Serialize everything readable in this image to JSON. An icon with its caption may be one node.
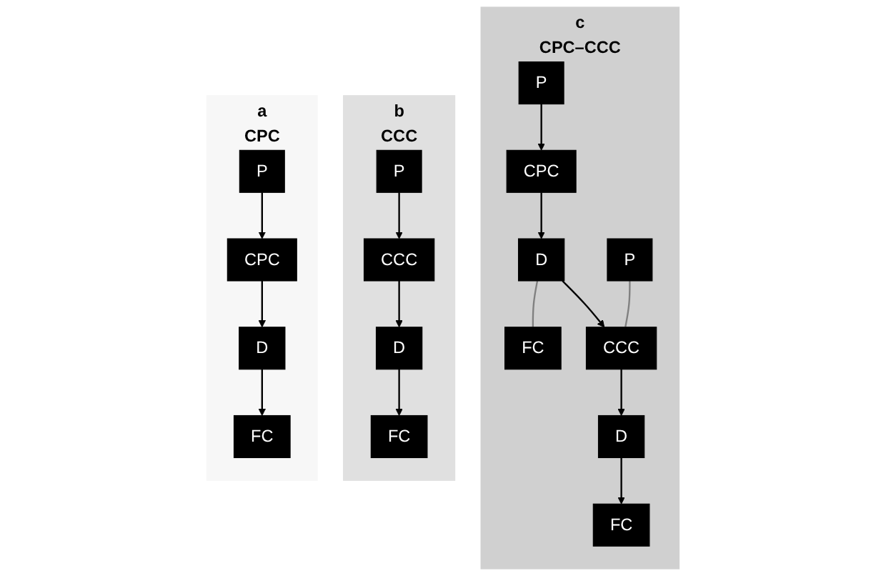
{
  "diagram": {
    "nodes": [
      {
        "text": [
          "a",
          "CPC"
        ]
      },
      {
        "text": [
          "P"
        ],
        "in": 0
      },
      {
        "text": [
          "FC"
        ],
        "in": 0
      },
      {
        "text": [
          "CPC"
        ],
        "in": 0
      },
      {
        "text": [
          "D"
        ],
        "in": 0
      },
      {
        "text": [
          "b",
          "CCC"
        ]
      },
      {
        "text": [
          "P"
        ],
        "in": 5
      },
      {
        "text": [
          "FC"
        ],
        "in": 5
      },
      {
        "text": [
          "CCC"
        ],
        "in": 5
      },
      {
        "text": [
          "D"
        ],
        "in": 5
      },
      {
        "text": [
          "c",
          "CPC–CCC"
        ]
      },
      {
        "text": [
          "P"
        ],
        "in": 10
      },
      {
        "text": [
          "FC"
        ],
        "in": 10
      },
      {
        "text": [
          "P"
        ],
        "in": 10
      },
      {
        "text": [
          "FC"
        ],
        "in": 10
      },
      {
        "text": [
          "CPC"
        ],
        "in": 10
      },
      {
        "text": [
          "D"
        ],
        "in": 10
      },
      {
        "text": [
          "CCC"
        ],
        "in": 10
      },
      {
        "text": [
          "D"
        ],
        "in": 10
      }
    ],
    "edges": [
      {
        "from": 1,
        "to": 3,
        "arrow": "to"
      },
      {
        "from": 3,
        "to": 4,
        "arrow": "to"
      },
      {
        "from": 4,
        "to": 2,
        "arrow": "to"
      },
      {
        "from": 6,
        "to": 8,
        "arrow": "to"
      },
      {
        "from": 8,
        "to": 9,
        "arrow": "to"
      },
      {
        "from": 9,
        "to": 7,
        "arrow": "to"
      },
      {
        "from": 11,
        "to": 15,
        "arrow": "to"
      },
      {
        "from": 15,
        "to": 16,
        "arrow": "to"
      },
      {
        "from": 16,
        "to": 12,
        "arrow": "none",
        "color": "#808080"
      },
      {
        "from": 16,
        "to": 17,
        "arrow": "to"
      },
      {
        "from": 13,
        "to": 17,
        "arrow": "none",
        "color": "#808080"
      },
      {
        "from": 17,
        "to": 18,
        "arrow": "to"
      },
      {
        "from": 18,
        "to": 14,
        "arrow": "to"
      }
    ]
  }
}
